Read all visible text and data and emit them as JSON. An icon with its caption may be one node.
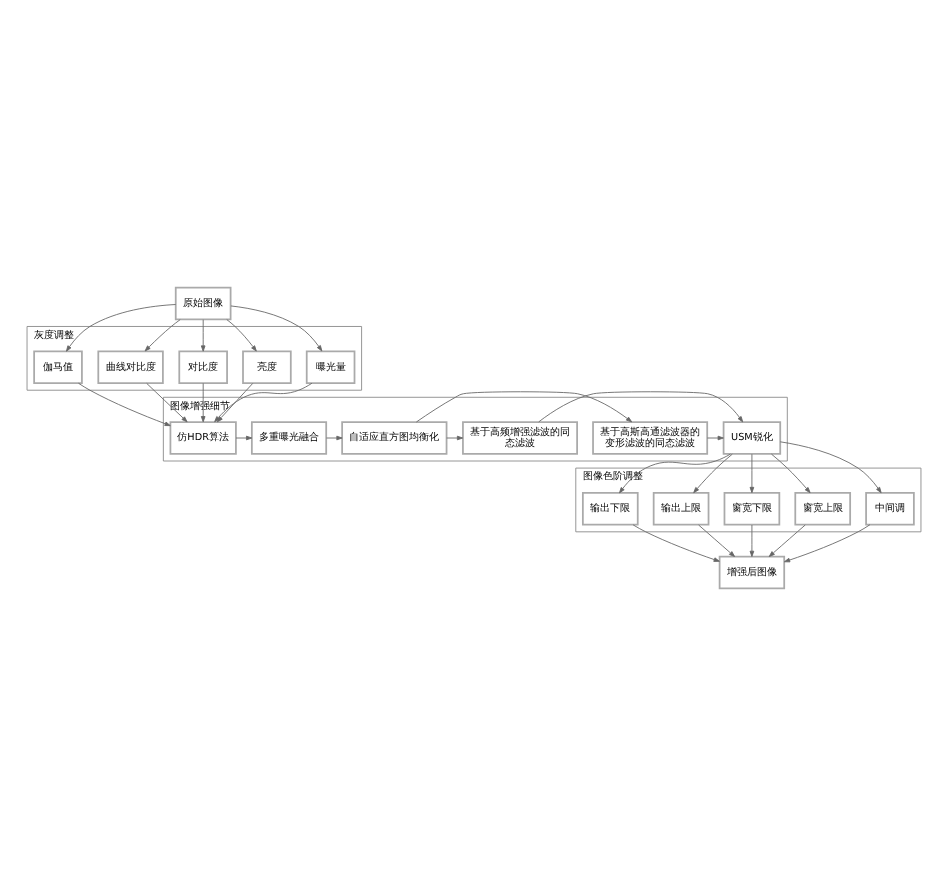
{
  "diagram": {
    "nodes": [
      {
        "text": [
          "原始图像"
        ]
      },
      {
        "text": [
          "灰度调整"
        ]
      },
      {
        "text": [
          "曝光量"
        ],
        "in": 1
      },
      {
        "text": [
          "亮度"
        ],
        "in": 1
      },
      {
        "text": [
          "对比度"
        ],
        "in": 1
      },
      {
        "text": [
          "曲线对比度"
        ],
        "in": 1
      },
      {
        "text": [
          "伽马值"
        ],
        "in": 1
      },
      {
        "text": [
          "图像增强细节"
        ]
      },
      {
        "text": [
          "仿HDR算法"
        ],
        "in": 7
      },
      {
        "text": [
          "多重曝光融合"
        ],
        "in": 7
      },
      {
        "text": [
          "自适应直方图均衡化"
        ],
        "in": 7
      },
      {
        "text": [
          "基于高斯高通滤波器的变形滤波的同态滤波"
        ],
        "in": 7
      },
      {
        "text": [
          "基于高频增强滤波的同态滤波"
        ],
        "in": 7
      },
      {
        "text": [
          "USM锐化"
        ],
        "in": 7
      },
      {
        "text": [
          "图像色阶调整"
        ]
      },
      {
        "text": [
          "中间调"
        ],
        "in": 14
      },
      {
        "text": [
          "窗宽上限"
        ],
        "in": 14
      },
      {
        "text": [
          "窗宽下限"
        ],
        "in": 14
      },
      {
        "text": [
          "输出上限"
        ],
        "in": 14
      },
      {
        "text": [
          "输出下限"
        ],
        "in": 14
      },
      {
        "text": [
          "增强后图像"
        ]
      }
    ],
    "edges": [
      {
        "from": 0,
        "to": 2,
        "arrow": "to"
      },
      {
        "from": 0,
        "to": 3,
        "arrow": "to"
      },
      {
        "from": 0,
        "to": 4,
        "arrow": "to"
      },
      {
        "from": 0,
        "to": 5,
        "arrow": "to"
      },
      {
        "from": 0,
        "to": 6,
        "arrow": "to"
      },
      {
        "from": 2,
        "to": 8,
        "arrow": "to"
      },
      {
        "from": 3,
        "to": 8,
        "arrow": "to"
      },
      {
        "from": 4,
        "to": 8,
        "arrow": "to"
      },
      {
        "from": 5,
        "to": 8,
        "arrow": "to"
      },
      {
        "from": 6,
        "to": 8,
        "arrow": "to"
      },
      {
        "from": 8,
        "to": 9,
        "arrow": "to"
      },
      {
        "from": 9,
        "to": 10,
        "arrow": "to"
      },
      {
        "from": 10,
        "to": 11,
        "arrow": "to"
      },
      {
        "from": 10,
        "to": 12,
        "arrow": "to"
      },
      {
        "from": 11,
        "to": 13,
        "arrow": "to"
      },
      {
        "from": 12,
        "to": 13,
        "arrow": "to"
      },
      {
        "from": 13,
        "to": 15,
        "arrow": "to"
      },
      {
        "from": 13,
        "to": 16,
        "arrow": "to"
      },
      {
        "from": 13,
        "to": 17,
        "arrow": "to"
      },
      {
        "from": 13,
        "to": 18,
        "arrow": "to"
      },
      {
        "from": 13,
        "to": 19,
        "arrow": "to"
      },
      {
        "from": 15,
        "to": 20,
        "arrow": "to"
      },
      {
        "from": 16,
        "to": 20,
        "arrow": "to"
      },
      {
        "from": 17,
        "to": 20,
        "arrow": "to"
      },
      {
        "from": 18,
        "to": 20,
        "arrow": "to"
      },
      {
        "from": 19,
        "to": 20,
        "arrow": "to"
      }
    ]
  }
}
